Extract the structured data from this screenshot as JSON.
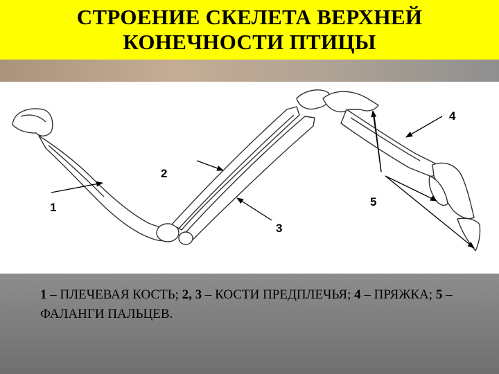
{
  "title": {
    "line1": "СТРОЕНИЕ СКЕЛЕТА ВЕРХНЕЙ",
    "line2": "КОНЕЧНОСТИ ПТИЦЫ"
  },
  "labels": {
    "n1": "1",
    "n2": "2",
    "n3": "3",
    "n4": "4",
    "n5": "5"
  },
  "legend": {
    "k1": "1",
    "t1": " – ПЛЕЧЕВАЯ КОСТЬ; ",
    "k2": "2, 3",
    "t2": " – КОСТИ ПРЕДПЛЕЧЬЯ; ",
    "k3": "4",
    "t3": " – ПРЯЖКА; ",
    "k4": "5",
    "t4": " – ФАЛАНГИ ПАЛЬЦЕВ."
  }
}
